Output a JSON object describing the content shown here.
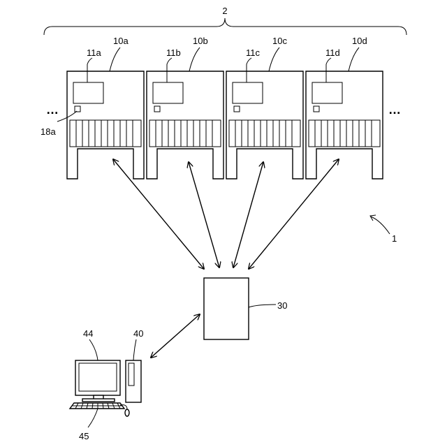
{
  "labels": {
    "system": "1",
    "group": "2",
    "machine_a": "10a",
    "machine_b": "10b",
    "machine_c": "10c",
    "machine_d": "10d",
    "display_a": "11a",
    "display_b": "11b",
    "display_c": "11c",
    "display_d": "11d",
    "indicator_a": "18a",
    "server": "30",
    "computer": "40",
    "monitor": "44",
    "keyboard": "45",
    "ellipsis_left": "…",
    "ellipsis_right": "…"
  }
}
